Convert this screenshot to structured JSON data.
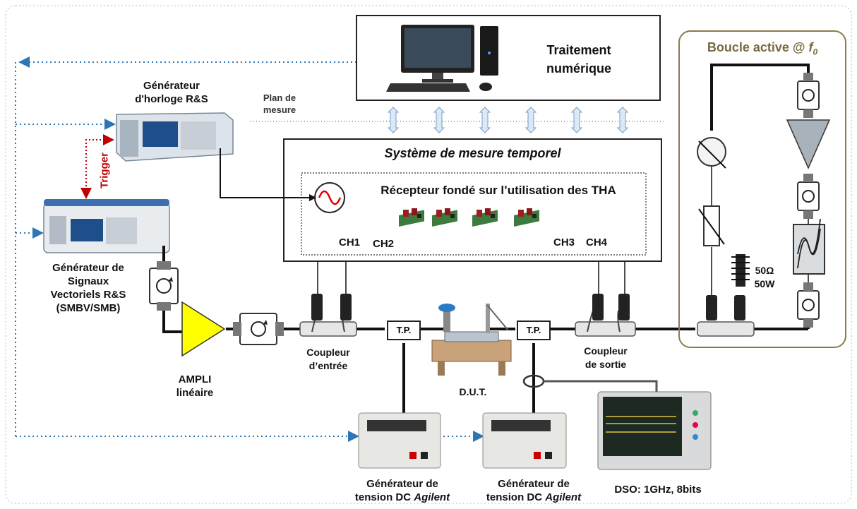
{
  "title_box": {
    "line1": "Traitement",
    "line2": "numérique"
  },
  "plan": {
    "line1": "Plan de",
    "line2": "mesure"
  },
  "clock_gen": {
    "line1": "Générateur",
    "line2": "d'horloge R&S"
  },
  "trigger": "Trigger",
  "system": {
    "title": "Système de mesure temporel",
    "receiver": "Récepteur fondé sur l’utilisation des THA"
  },
  "channels": {
    "ch1": "CH1",
    "ch2": "CH2",
    "ch3": "CH3",
    "ch4": "CH4"
  },
  "vector_gen": {
    "line1": "Générateur de",
    "line2": "Signaux",
    "line3": "Vectoriels R&S",
    "line4": "(SMBV/SMB)"
  },
  "ampli": {
    "line1": "AMPLI",
    "line2": "linéaire"
  },
  "coupler_in": {
    "line1": "Coupleur",
    "line2": "d’entrée"
  },
  "coupler_out": {
    "line1": "Coupleur",
    "line2": "de sortie"
  },
  "tp_label": "T.P.",
  "dut": "D.U.T.",
  "load": {
    "line1": "50Ω",
    "line2": "50W"
  },
  "active_loop": {
    "title": "Boucle active @ ",
    "var": "f",
    "sub": "0"
  },
  "dc_supply": {
    "line1": "Générateur de",
    "line2": "tension DC ",
    "brand": "Agilent"
  },
  "dso": "DSO: 1GHz, 8bits",
  "colors": {
    "trigger": "#c00000",
    "dotted_link": "#2e75b6",
    "loop_border": "#8c7a4f",
    "amp_fill": "#ffff00",
    "arrow_fill": "#dbe8f6"
  }
}
